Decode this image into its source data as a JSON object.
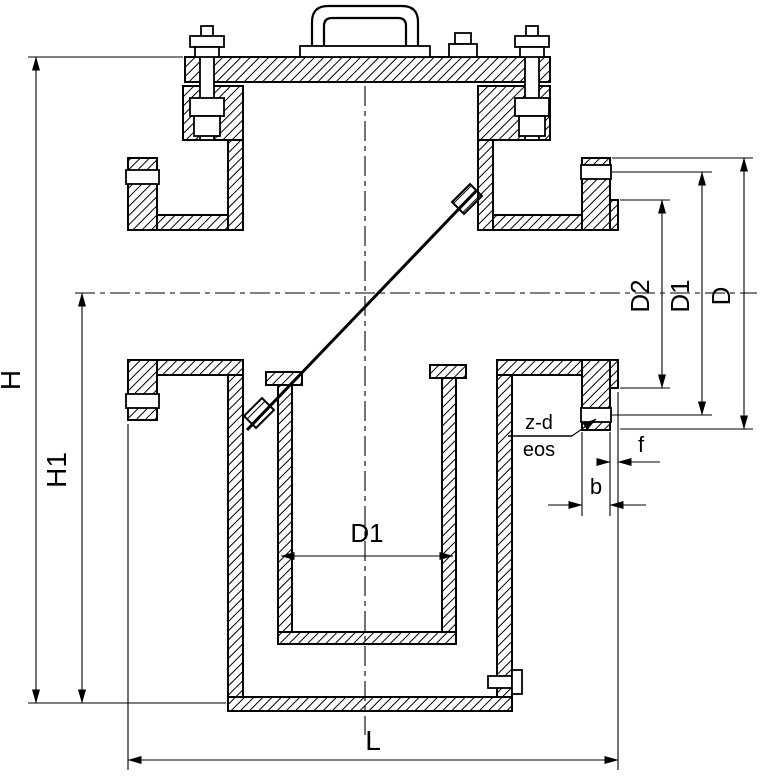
{
  "figure": {
    "background": "#ffffff",
    "line_color": "#000000",
    "labels": {
      "h": "H",
      "h1": "H1",
      "l": "L",
      "d1_inner": "D1",
      "d2": "D2",
      "d1_flange": "D1",
      "d": "D",
      "f": "f",
      "b": "b",
      "zd": "z-d",
      "eos": "eos"
    }
  }
}
